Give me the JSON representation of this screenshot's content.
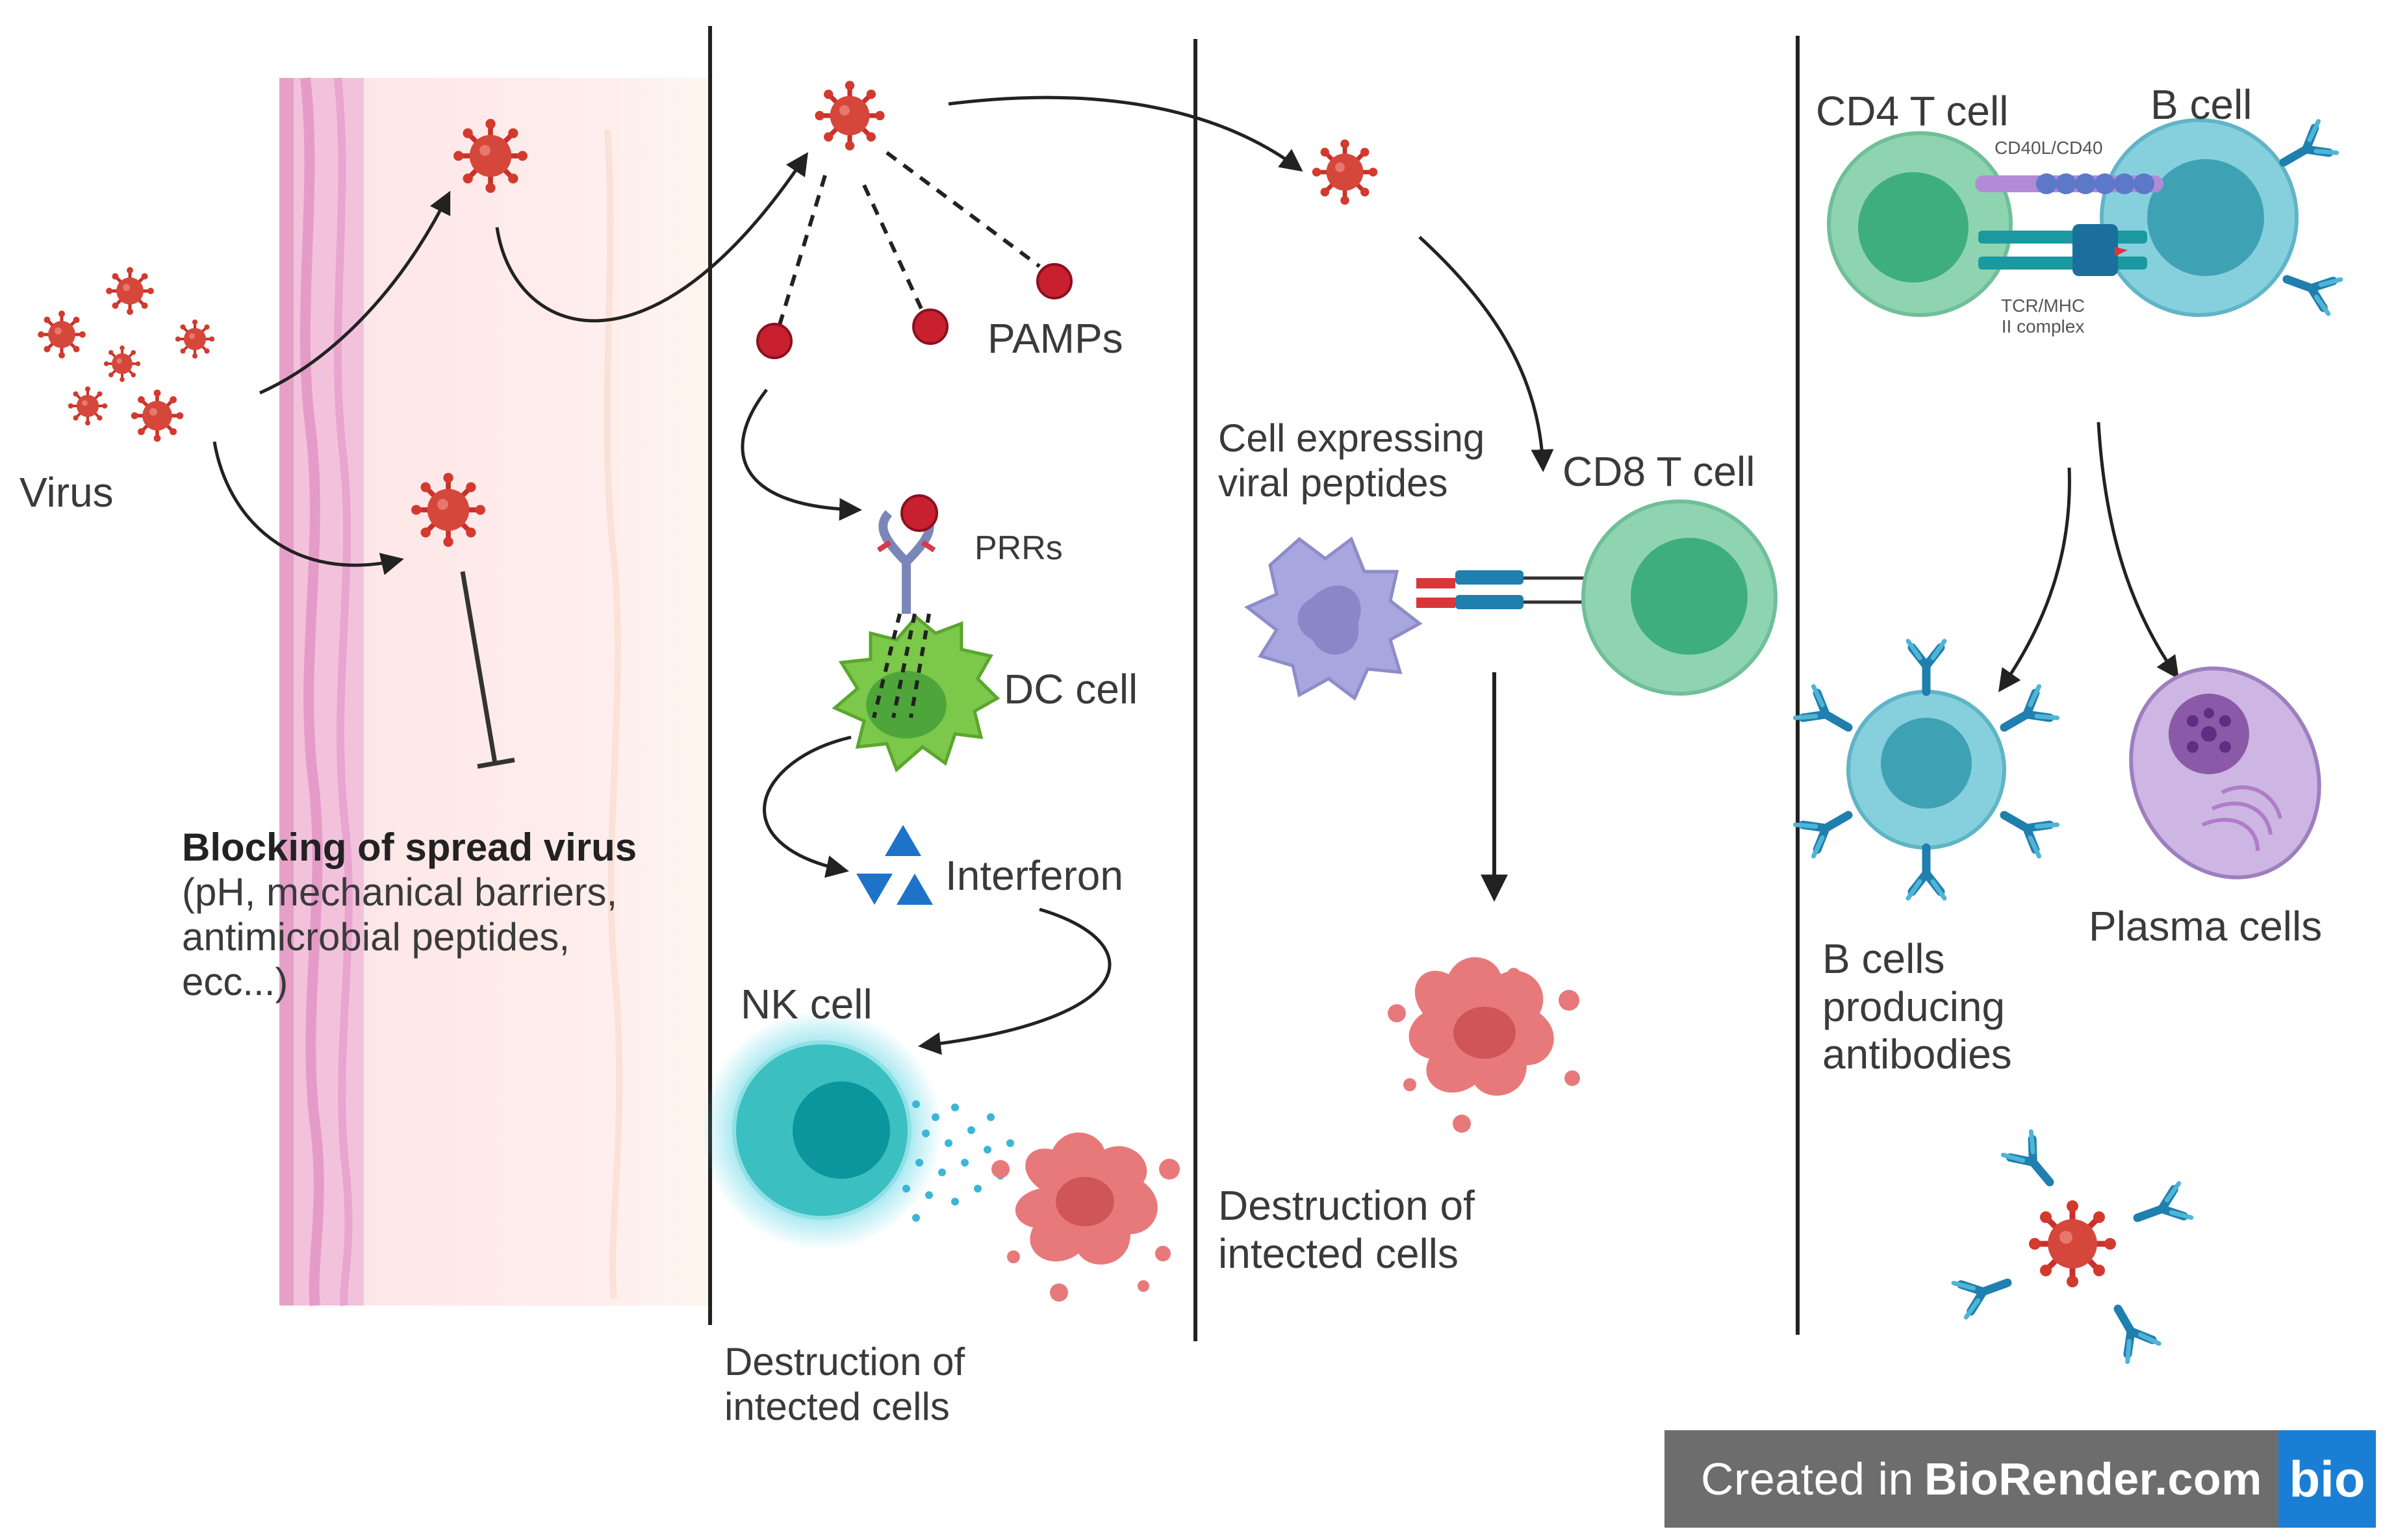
{
  "panel1": {
    "virus_label": "Virus",
    "blocking_title": "Blocking of spread virus",
    "blocking_lines": [
      "(pH, mechanical barriers,",
      "antimicrobial peptides,",
      "ecc...)"
    ]
  },
  "panel2": {
    "pamps": "PAMPs",
    "prrs": "PRRs",
    "dc_cell": "DC cell",
    "interferon": "Interferon",
    "nk_cell": "NK cell",
    "destruction_lines": [
      "Destruction of",
      "intected cells"
    ]
  },
  "panel3": {
    "expressing_lines": [
      "Cell expressing",
      "viral peptides"
    ],
    "cd8": "CD8 T cell",
    "destruction_lines": [
      "Destruction of",
      "intected cells"
    ]
  },
  "panel4": {
    "cd4": "CD4 T cell",
    "b_cell": "B cell",
    "cd40": "CD40L/CD40",
    "tcr_lines": [
      "TCR/MHC",
      "II complex"
    ],
    "b_cells_lines": [
      "B cells",
      "producing",
      "antibodies"
    ],
    "plasma": "Plasma cells"
  },
  "badge": {
    "created_in": "Created in",
    "brand": "BioRender.com",
    "logo": "bio"
  },
  "colors": {
    "virus": "#d23a2e",
    "pamp": "#c8202f",
    "skin_pink": "#f0b8d8",
    "dc_green": "#7cc84a",
    "cd8_green": "#3fae7f",
    "b_blue": "#6fc3d3",
    "nk_teal": "#2fb2b3",
    "infected_red": "#e8797a",
    "presenting_purple": "#a8a6df",
    "plasma_purple": "#b994cf",
    "interferon_blue": "#1e73c8",
    "badge_bg": "#6d6d6d",
    "badge_logo": "#1a7fd4"
  }
}
